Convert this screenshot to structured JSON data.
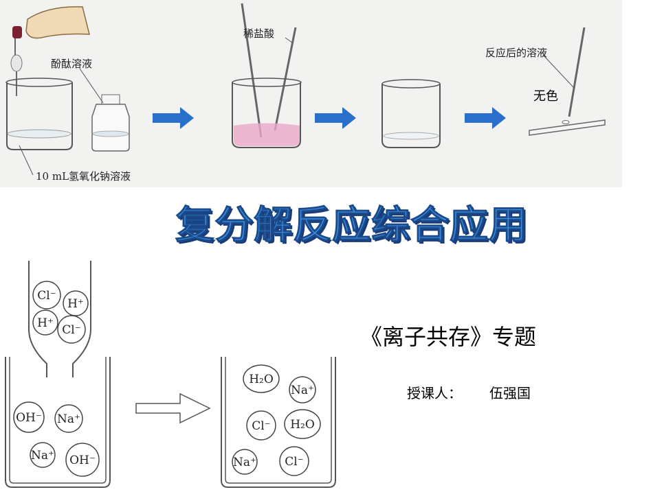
{
  "slide": {
    "title": "复分解反应综合应用",
    "subtitle": "《离子共存》专题",
    "presenter_label": "授课人：",
    "presenter_name": "伍强国"
  },
  "experiment": {
    "label_indicator": "酚酞溶液",
    "label_naoh": "10 mL氢氧化钠溶液",
    "label_hcl": "稀盐酸",
    "label_after": "反应后的溶液",
    "label_colorless": "无色"
  },
  "ions": {
    "funnel": [
      "Cl⁻",
      "H⁺",
      "H⁺",
      "Cl⁻"
    ],
    "before": [
      "OH⁻",
      "Na⁺",
      "Na⁺",
      "OH⁻"
    ],
    "after": [
      "H₂O",
      "Na⁺",
      "Cl⁻",
      "H₂O",
      "Na⁺",
      "Cl⁻"
    ]
  },
  "colors": {
    "title_fill": "#3a8fe0",
    "title_shadow": "#1a3b78",
    "arrow_blue": "#2a6fc9",
    "solution_pink": "#e9a9c8"
  }
}
